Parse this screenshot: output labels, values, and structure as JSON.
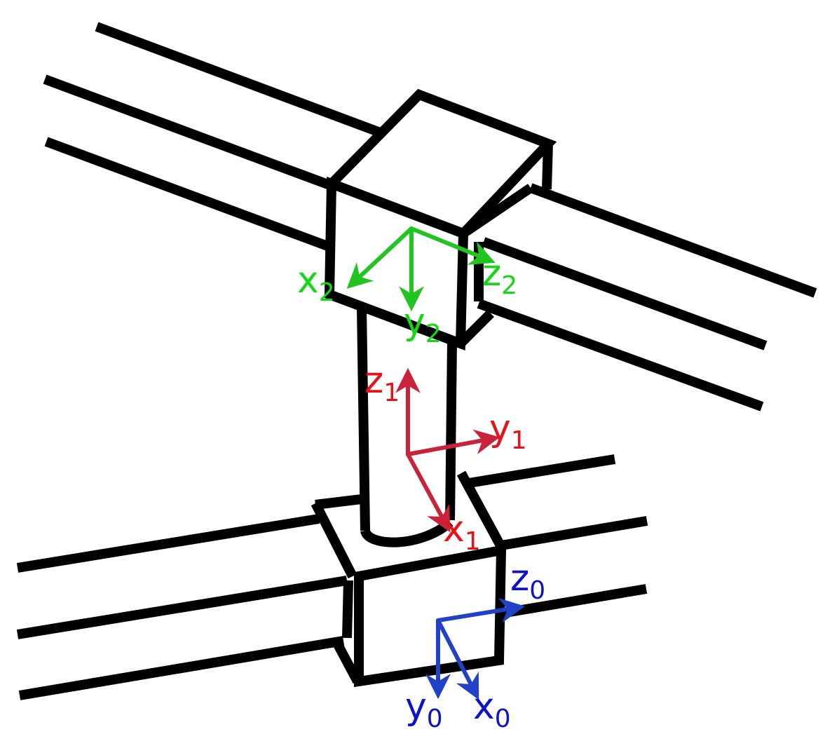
{
  "colors": {
    "frame0": "#2142c7",
    "frame1": "#c8233a",
    "frame2": "#22c422",
    "label0": "#0b14c9",
    "label1": "#e8121b",
    "label2": "#14d814",
    "structure": "#000000"
  },
  "frames": {
    "f0": {
      "x_base": "x",
      "x_sub": "0",
      "y_base": "y",
      "y_sub": "0",
      "z_base": "z",
      "z_sub": "0"
    },
    "f1": {
      "x_base": "x",
      "x_sub": "1",
      "y_base": "y",
      "y_sub": "1",
      "z_base": "z",
      "z_sub": "1"
    },
    "f2": {
      "x_base": "x",
      "x_sub": "2",
      "y_base": "y",
      "y_sub": "2",
      "z_base": "z",
      "z_sub": "2"
    }
  }
}
